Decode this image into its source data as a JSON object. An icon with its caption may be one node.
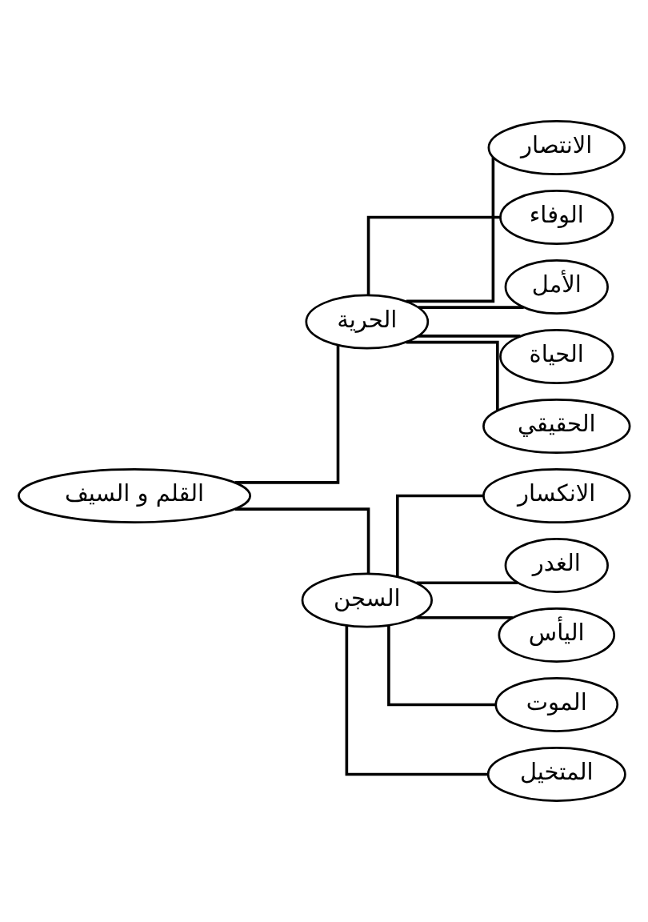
{
  "diagram": {
    "nodes": [
      {
        "text": [
          "القلم و السيف"
        ]
      },
      {
        "text": [
          "الحرية"
        ]
      },
      {
        "text": [
          "السجن"
        ]
      },
      {
        "text": [
          "الانتصار"
        ]
      },
      {
        "text": [
          "الوفاء"
        ]
      },
      {
        "text": [
          "الأمل"
        ]
      },
      {
        "text": [
          "الحياة"
        ]
      },
      {
        "text": [
          "الحقيقي"
        ]
      },
      {
        "text": [
          "الانكسار"
        ]
      },
      {
        "text": [
          "الغدر"
        ]
      },
      {
        "text": [
          "اليأس"
        ]
      },
      {
        "text": [
          "الموت"
        ]
      },
      {
        "text": [
          "المتخيل"
        ]
      }
    ],
    "edges": [
      {
        "from": 0,
        "to": 1,
        "arrow": "none"
      },
      {
        "from": 0,
        "to": 2,
        "arrow": "none"
      },
      {
        "from": 1,
        "to": 3,
        "arrow": "none"
      },
      {
        "from": 1,
        "to": 4,
        "arrow": "none"
      },
      {
        "from": 1,
        "to": 5,
        "arrow": "none"
      },
      {
        "from": 1,
        "to": 6,
        "arrow": "none"
      },
      {
        "from": 1,
        "to": 7,
        "arrow": "none"
      },
      {
        "from": 2,
        "to": 8,
        "arrow": "none"
      },
      {
        "from": 2,
        "to": 9,
        "arrow": "none"
      },
      {
        "from": 2,
        "to": 10,
        "arrow": "none"
      },
      {
        "from": 2,
        "to": 11,
        "arrow": "none"
      },
      {
        "from": 2,
        "to": 12,
        "arrow": "none"
      }
    ]
  }
}
